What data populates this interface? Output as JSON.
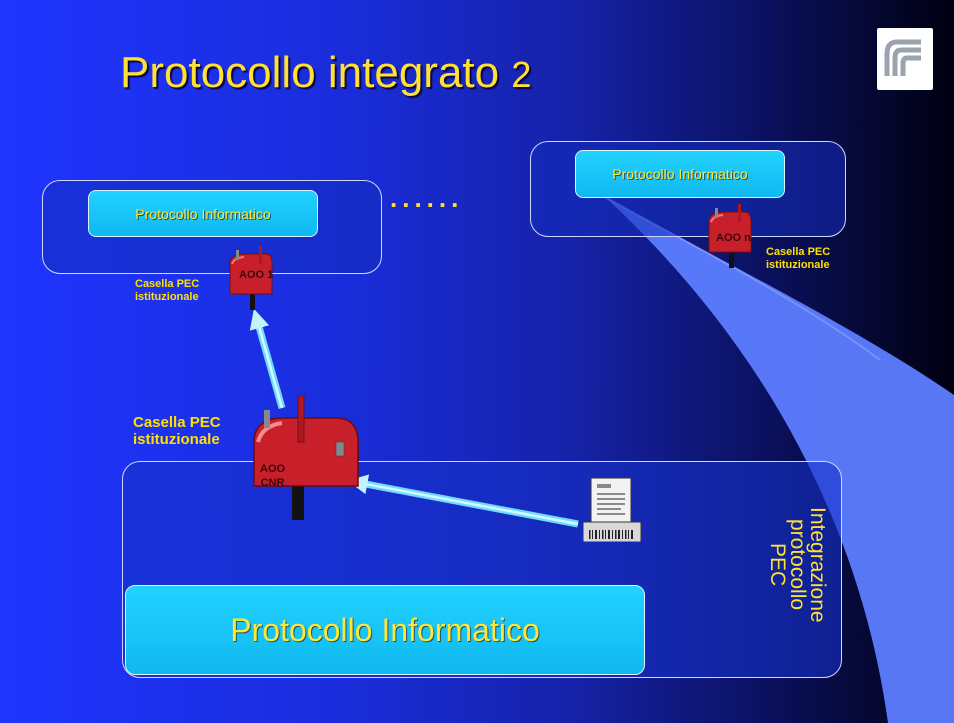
{
  "slide": {
    "title": "Protocollo integrato",
    "title_number": "2",
    "dots": "......"
  },
  "aoo1": {
    "panel_label": "Protocollo Informatico",
    "mailbox_label": "AOO 1",
    "pec_label_line1": "Casella PEC",
    "pec_label_line2": "istituzionale"
  },
  "aoon": {
    "panel_label": "Protocollo Informatico",
    "mailbox_label": "AOO n",
    "pec_label_line1": "Casella PEC",
    "pec_label_line2": "istituzionale"
  },
  "cnr": {
    "mailbox_label_line1": "AOO",
    "mailbox_label_line2": "CNR",
    "pec_label_line1": "Casella PEC",
    "pec_label_line2": "istituzionale",
    "panel_label": "Protocollo Informatico",
    "integration_label": "Integrazione protocollo PEC"
  },
  "colors": {
    "label_yellow": "#ffe033",
    "panel_cyan": "#1ec8fa",
    "mailbox_red": "#c8202a",
    "arrow_cyan": "#8fe8ff"
  }
}
